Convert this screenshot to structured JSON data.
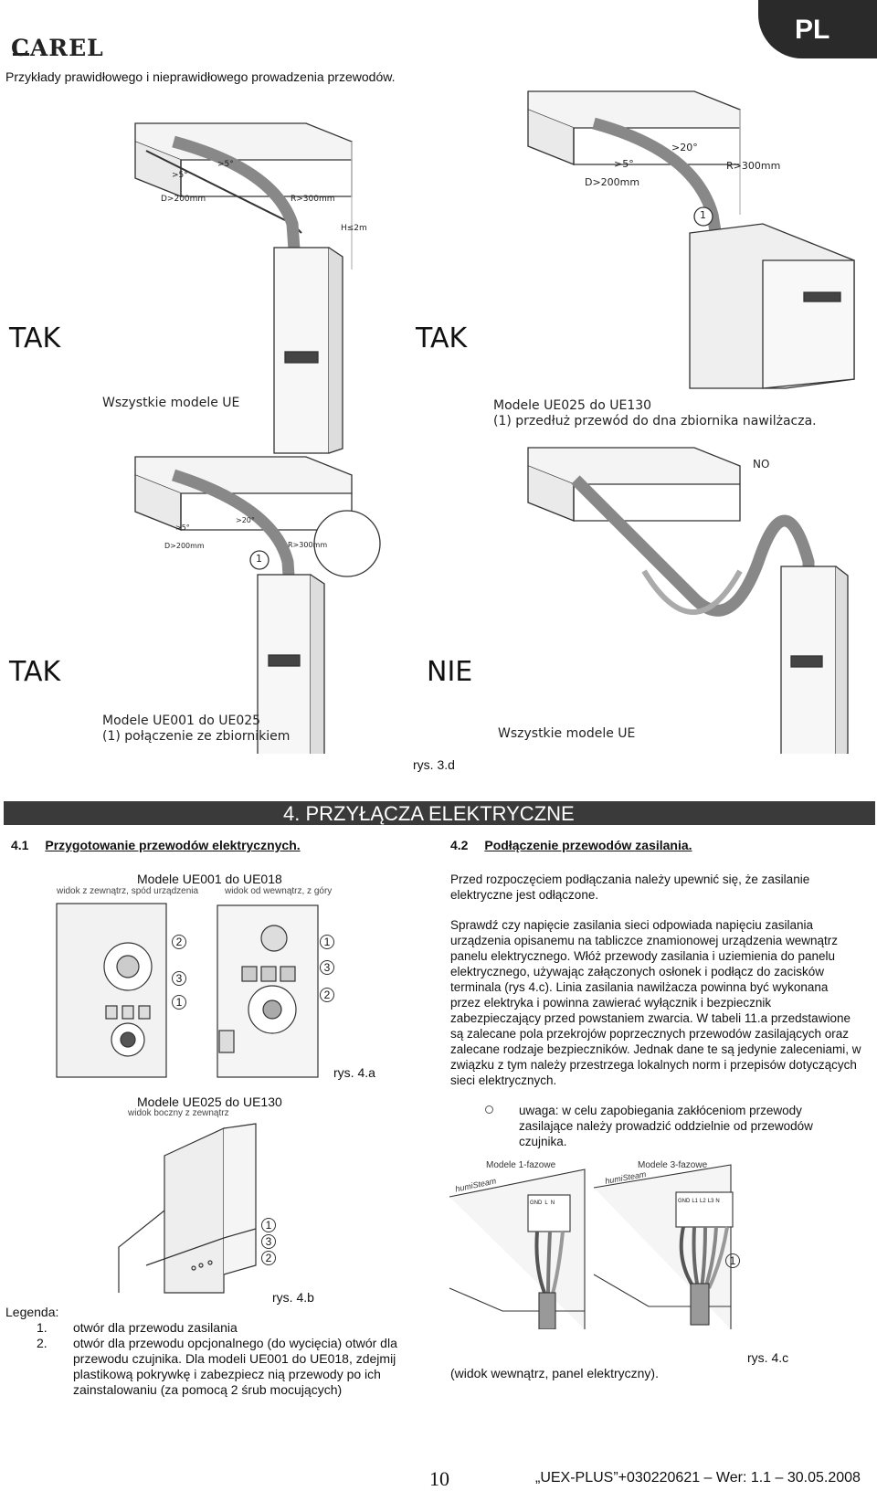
{
  "header": {
    "brand": "CAREL",
    "lang_badge": "PL",
    "intro": "Przykłady prawidłowego i nieprawidłowego prowadzenia przewodów."
  },
  "figure_3d": {
    "panels": [
      {
        "verdict": "TAK",
        "caption1": "Wszystkie modele UE",
        "caption2": "",
        "dims": [
          "D>200mm",
          "R>300mm",
          "H≤2m",
          ">5°",
          ">5°"
        ]
      },
      {
        "verdict": "TAK",
        "caption1": "Modele UE025 do UE130",
        "caption2": "(1) przedłuż przewód do dna zbiornika nawilżacza.",
        "dims": [
          ">20°",
          ">5°",
          "R>300mm",
          "D>200mm",
          "1"
        ]
      },
      {
        "verdict": "TAK",
        "caption1": "Modele UE001 do UE025",
        "caption2": "(1) połączenie ze zbiornikiem",
        "dims": [
          ">5°",
          ">20°",
          "D>200mm",
          "R>300mm",
          "1"
        ]
      },
      {
        "verdict": "NIE",
        "caption1": "Wszystkie modele UE",
        "caption2": "",
        "dims": [
          "NO"
        ]
      }
    ],
    "label": "rys. 3.d"
  },
  "section": {
    "title": "4. PRZYŁĄCZA ELEKTRYCZNE"
  },
  "left": {
    "heading_num": "4.1",
    "heading": "Przygotowanie przewodów elektrycznych.",
    "models_a": "Modele UE001 do UE018",
    "view_a1": "widok z zewnątrz, spód urządzenia",
    "view_a2": "widok od wewnątrz, z góry",
    "fig_a": "rys. 4.a",
    "models_b": "Modele UE025 do UE130",
    "view_b": "widok boczny z zewnątrz",
    "fig_b": "rys. 4.b",
    "callouts": [
      "1",
      "2",
      "3"
    ],
    "legend_title": "Legenda:",
    "legend": [
      {
        "num": "1.",
        "text": "otwór dla przewodu zasilania"
      },
      {
        "num": "2.",
        "text": "otwór dla przewodu opcjonalnego (do wycięcia) otwór dla przewodu czujnika. Dla modeli UE001 do UE018, zdejmij plastikową pokrywkę i zabezpiecz nią przewody po ich zainstalowaniu (za pomocą 2 śrub mocujących)"
      }
    ]
  },
  "right": {
    "heading_num": "4.2",
    "heading": "Podłączenie przewodów zasilania.",
    "p1": "Przed rozpoczęciem podłączania należy upewnić się, że zasilanie elektryczne jest odłączone.",
    "p2": "Sprawdź czy napięcie zasilania sieci odpowiada napięciu zasilania urządzenia opisanemu na tabliczce znamionowej urządzenia wewnątrz panelu elektrycznego. Włóż przewody zasilania i uziemienia do panelu elektrycznego, używając załączonych osłonek i podłącz do zacisków terminala (rys 4.c). Linia zasilania nawilżacza powinna być wykonana przez elektryka i powinna zawierać wyłącznik i bezpiecznik zabezpieczający przed powstaniem zwarcia. W tabeli 11.a przedstawione są zalecane pola przekrojów poprzecznych przewodów zasilających oraz zalecane rodzaje bezpieczników. Jednak dane te są jedynie zaleceniami, w związku z tym należy przestrzega lokalnych norm i przepisów dotyczących sieci elektrycznych.",
    "note": "uwaga: w celu zapobiegania zakłóceniom przewody zasilające należy prowadzić oddzielnie od przewodów czujnika.",
    "mono_label": "Modele 1-fazowe",
    "tri_label": "Modele 3-fazowe",
    "brand_small": "humiSteam",
    "terminals_1": [
      "GND",
      "L",
      "N"
    ],
    "terminals_3": [
      "GND",
      "L1",
      "L2",
      "L3",
      "N"
    ],
    "callout": "1",
    "fig_c": "rys. 4.c",
    "caption_c": "(widok wewnątrz, panel elektryczny)."
  },
  "footer": {
    "page": "10",
    "doc": "„UEX-PLUS”+030220621 – Wer: 1.1 – 30.05.2008"
  }
}
